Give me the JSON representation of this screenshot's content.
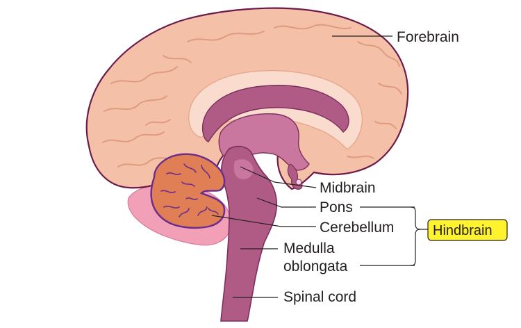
{
  "labels": {
    "forebrain": "Forebrain",
    "midbrain": "Midbrain",
    "pons": "Pons",
    "cerebellum": "Cerebellum",
    "medulla_line1": "Medulla",
    "medulla_line2": "oblongata",
    "spinal_cord": "Spinal cord",
    "hindbrain": "Hindbrain"
  },
  "colors": {
    "cerebrum_fill": "#f4c1a8",
    "cerebrum_outline": "#6b1a4a",
    "gyri_shadow": "#e9a98f",
    "inner_band": "#f9dccd",
    "brainstem": "#b05a86",
    "brainstem_light": "#c9779f",
    "cerebellum_fill": "#e07f55",
    "cerebellum_outline": "#6a2c8a",
    "cerebellum_back": "#f2a0b8",
    "hindbrain_highlight": "#fff22e",
    "leader_line": "#231f20"
  }
}
